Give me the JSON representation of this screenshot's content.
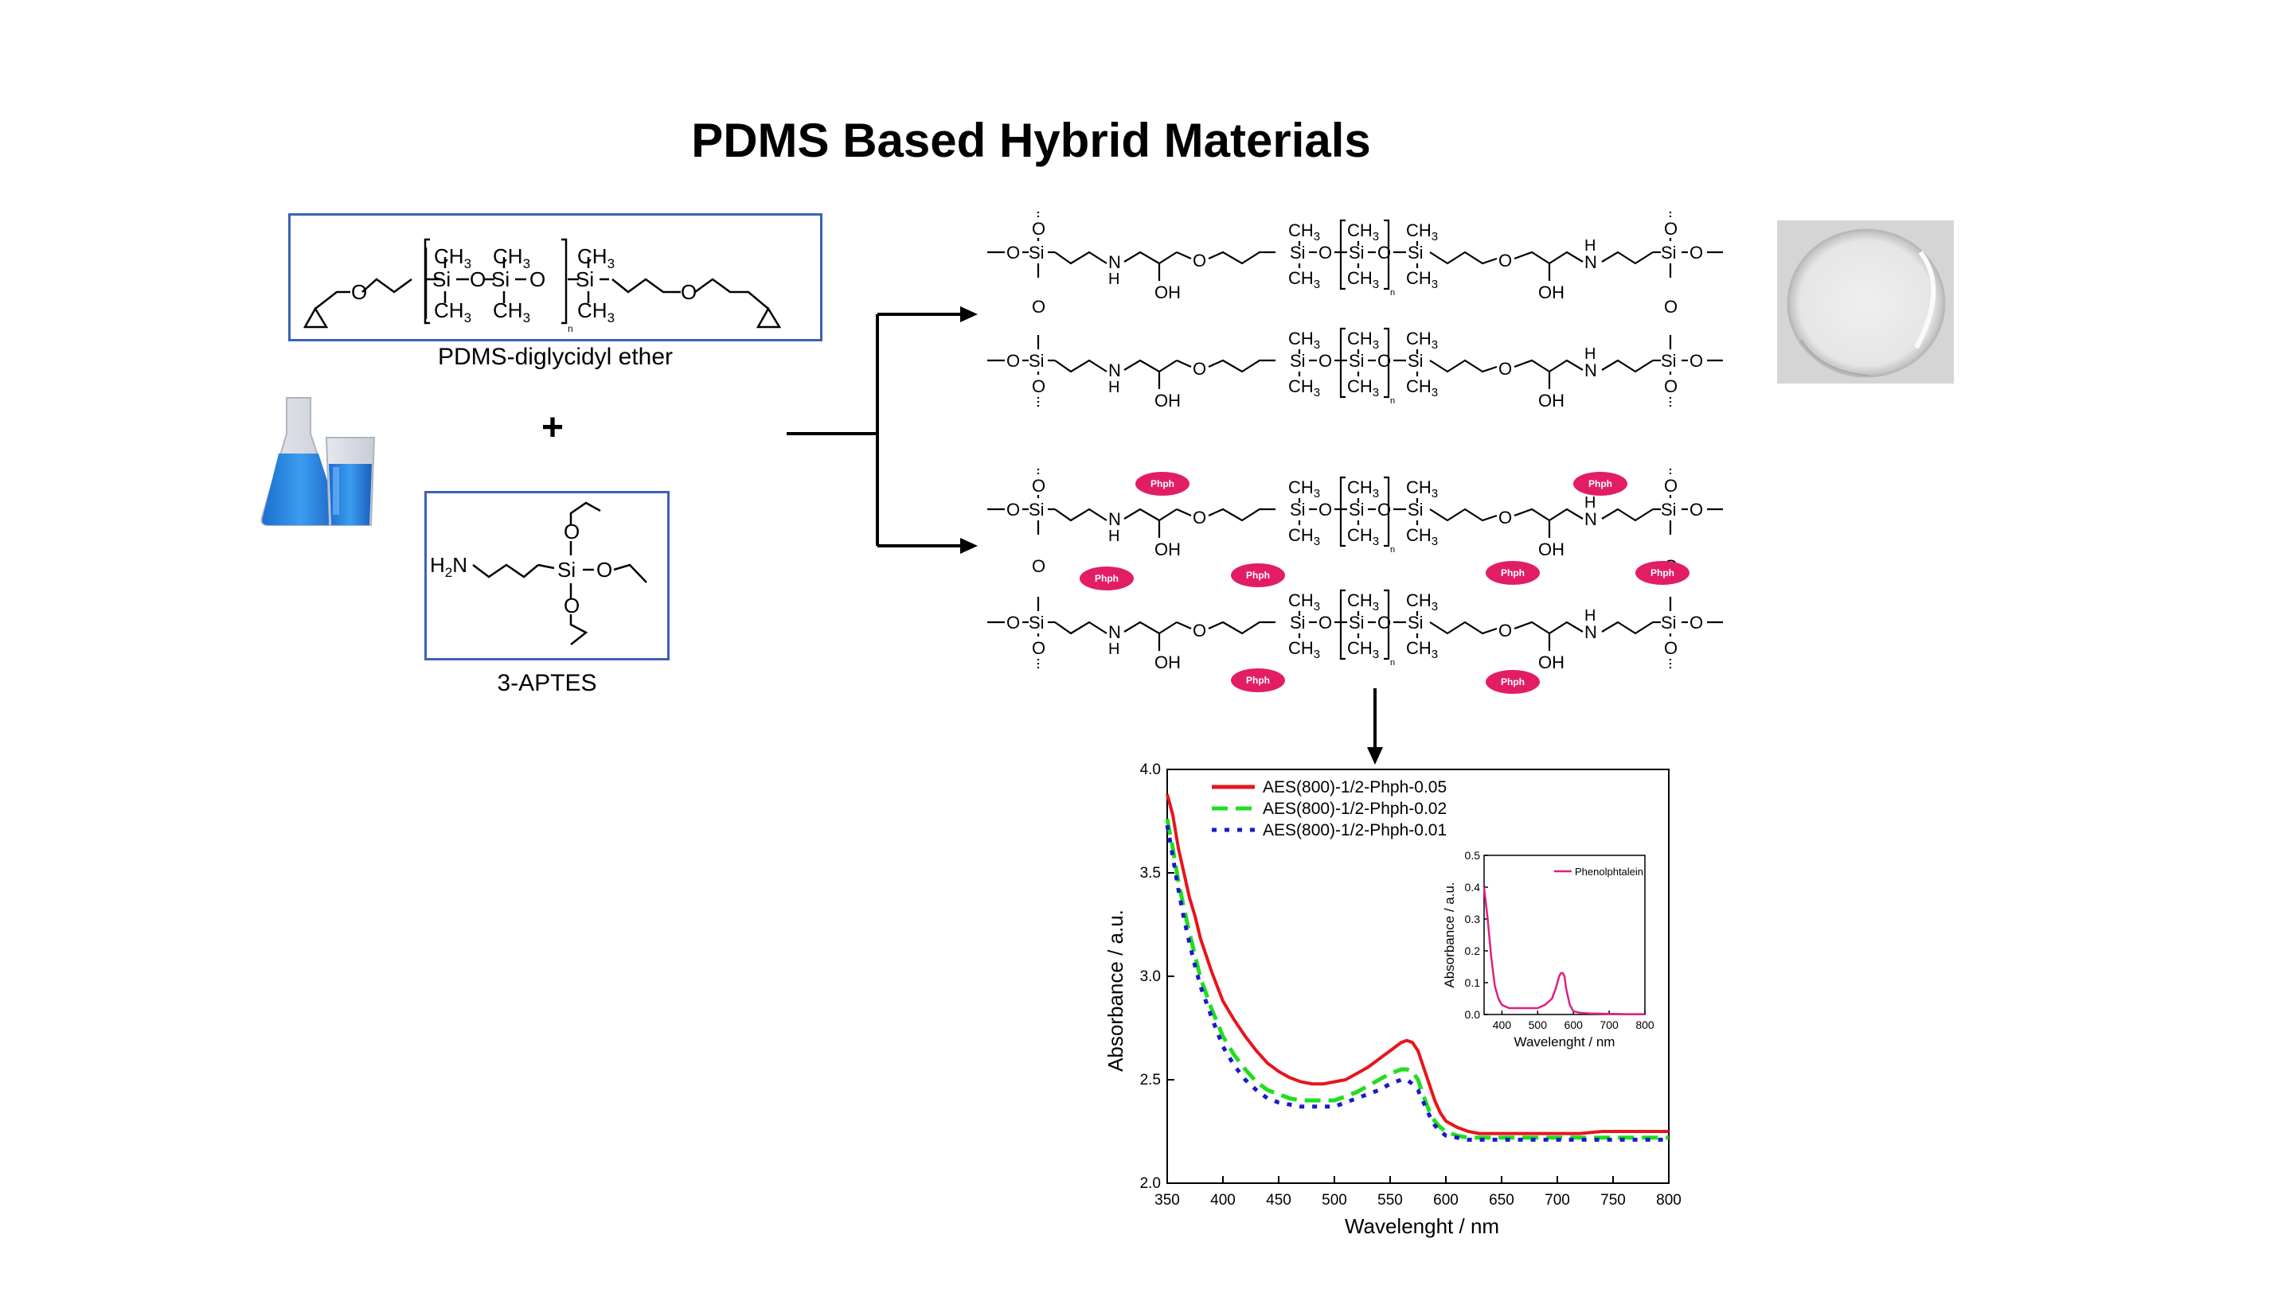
{
  "title": "PDMS Based Hybrid Materials",
  "reactants": {
    "pdms_caption": "PDMS-diglycidyl ether",
    "plus_sign": "+",
    "aptes_caption": "3-APTES",
    "aptes_labels": {
      "amine": "H2N",
      "si": "Si",
      "o": "O"
    },
    "pdms_labels": {
      "ch3": "CH3",
      "si": "Si",
      "o": "O",
      "n": "n"
    }
  },
  "structure_labels": {
    "si": "Si",
    "o": "O",
    "n_amine": "N",
    "h": "H",
    "oh": "OH",
    "ch3": "CH3",
    "repeat_n": "n",
    "phph": "Phph"
  },
  "chart_data": {
    "type": "line",
    "xlabel": "Wavelenght / nm",
    "ylabel": "Absorbance / a.u.",
    "xlim": [
      350,
      800
    ],
    "ylim": [
      2.0,
      4.0
    ],
    "xticks": [
      350,
      400,
      450,
      500,
      550,
      600,
      650,
      700,
      750,
      800
    ],
    "yticks": [
      2.0,
      2.5,
      3.0,
      3.5,
      4.0
    ],
    "legend_position": "top-left",
    "x": [
      350,
      355,
      360,
      365,
      370,
      375,
      380,
      390,
      400,
      410,
      420,
      430,
      440,
      450,
      460,
      470,
      480,
      490,
      500,
      510,
      520,
      530,
      540,
      550,
      555,
      560,
      565,
      570,
      575,
      580,
      585,
      590,
      595,
      600,
      610,
      620,
      630,
      640,
      650,
      660,
      680,
      700,
      720,
      740,
      760,
      780,
      800
    ],
    "series": [
      {
        "name": "AES(800)-1/2-Phph-0.05",
        "color": "#e8141b",
        "dash": "solid",
        "values": [
          3.88,
          3.78,
          3.62,
          3.5,
          3.38,
          3.29,
          3.18,
          3.02,
          2.88,
          2.79,
          2.71,
          2.64,
          2.58,
          2.54,
          2.51,
          2.49,
          2.48,
          2.48,
          2.49,
          2.5,
          2.53,
          2.56,
          2.6,
          2.64,
          2.66,
          2.68,
          2.69,
          2.68,
          2.64,
          2.56,
          2.48,
          2.4,
          2.34,
          2.3,
          2.27,
          2.25,
          2.24,
          2.24,
          2.24,
          2.24,
          2.24,
          2.24,
          2.24,
          2.25,
          2.25,
          2.25,
          2.25
        ]
      },
      {
        "name": "AES(800)-1/2-Phph-0.02",
        "color": "#1fde1f",
        "dash": "dashed",
        "values": [
          3.76,
          3.62,
          3.46,
          3.33,
          3.21,
          3.1,
          2.99,
          2.84,
          2.71,
          2.62,
          2.55,
          2.49,
          2.45,
          2.43,
          2.41,
          2.4,
          2.4,
          2.4,
          2.4,
          2.42,
          2.44,
          2.47,
          2.5,
          2.53,
          2.54,
          2.55,
          2.55,
          2.54,
          2.5,
          2.42,
          2.35,
          2.3,
          2.27,
          2.25,
          2.23,
          2.22,
          2.22,
          2.22,
          2.22,
          2.22,
          2.22,
          2.22,
          2.22,
          2.22,
          2.22,
          2.22,
          2.22
        ]
      },
      {
        "name": "AES(800)-1/2-Phph-0.01",
        "color": "#1a1acb",
        "dash": "dotted",
        "values": [
          3.73,
          3.58,
          3.42,
          3.28,
          3.16,
          3.05,
          2.95,
          2.8,
          2.66,
          2.57,
          2.5,
          2.45,
          2.41,
          2.39,
          2.38,
          2.37,
          2.37,
          2.37,
          2.37,
          2.39,
          2.41,
          2.43,
          2.45,
          2.48,
          2.49,
          2.5,
          2.5,
          2.48,
          2.45,
          2.39,
          2.33,
          2.28,
          2.25,
          2.23,
          2.22,
          2.21,
          2.21,
          2.21,
          2.21,
          2.21,
          2.21,
          2.21,
          2.21,
          2.21,
          2.21,
          2.21,
          2.21
        ]
      }
    ],
    "inset": {
      "type": "line",
      "xlabel": "Wavelenght / nm",
      "ylabel": "Absorbance / a.u.",
      "xlim": [
        350,
        800
      ],
      "ylim": [
        0.0,
        0.5
      ],
      "xticks": [
        400,
        500,
        600,
        700,
        800
      ],
      "yticks": [
        0.0,
        0.1,
        0.2,
        0.3,
        0.4,
        0.5
      ],
      "legend_position": "top-right",
      "series": [
        {
          "name": "Phenolphtalein",
          "color": "#e0207d",
          "x": [
            350,
            360,
            370,
            380,
            390,
            400,
            420,
            450,
            480,
            500,
            520,
            540,
            550,
            560,
            565,
            570,
            575,
            580,
            590,
            600,
            620,
            650,
            700,
            750,
            800
          ],
          "values": [
            0.4,
            0.3,
            0.18,
            0.09,
            0.05,
            0.03,
            0.02,
            0.02,
            0.02,
            0.02,
            0.03,
            0.05,
            0.08,
            0.12,
            0.13,
            0.13,
            0.12,
            0.08,
            0.03,
            0.01,
            0.005,
            0.003,
            0.002,
            0.001,
            0.001
          ]
        }
      ]
    }
  }
}
